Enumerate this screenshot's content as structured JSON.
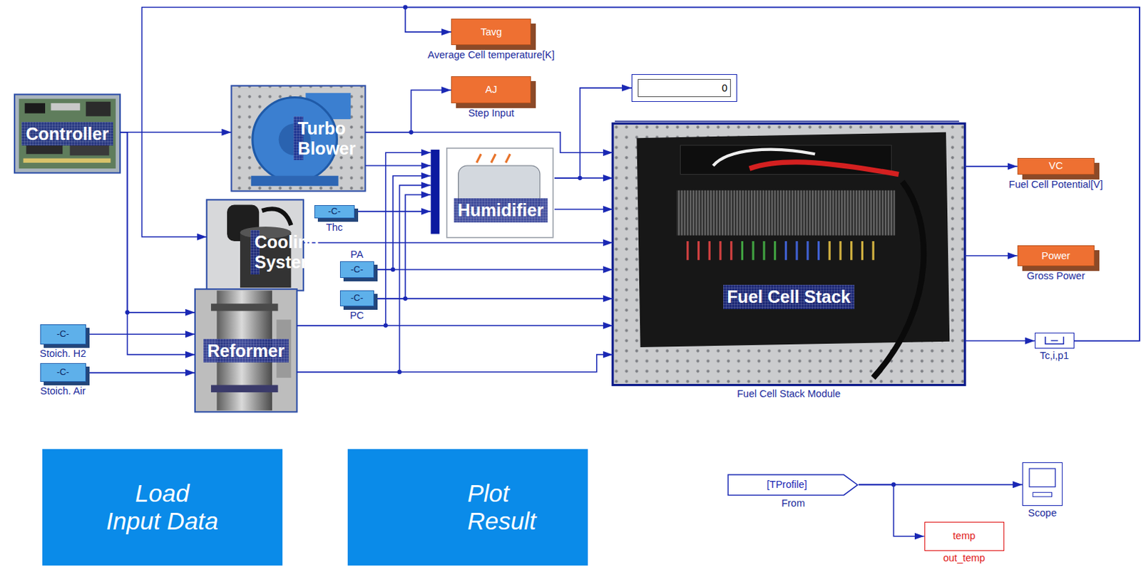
{
  "diagram": {
    "nodes": [
      {
        "text": [
          "Controller"
        ]
      },
      {
        "text": [
          "Tavg",
          "Average Cell temperature[K]"
        ]
      },
      {
        "text": [
          "AJ",
          "Step Input"
        ]
      },
      {
        "text": [
          "0"
        ]
      },
      {
        "text": [
          "Turbo Blower"
        ]
      },
      {
        "text": [
          "Humidifier"
        ]
      },
      {
        "text": [
          "Fuel Cell Stack",
          "Fuel Cell Stack Module"
        ]
      },
      {
        "text": [
          "VC",
          "Fuel Cell Potential[V]"
        ]
      },
      {
        "text": [
          "-C-",
          "Thc"
        ]
      },
      {
        "text": [
          "Cooling System"
        ]
      },
      {
        "text": [
          "Power",
          "Gross Power"
        ]
      },
      {
        "text": [
          "PA",
          "-C-"
        ]
      },
      {
        "text": [
          "-C-",
          "PC"
        ]
      },
      {
        "text": [
          "Reformer"
        ]
      },
      {
        "text": [
          "-C-",
          "Stoich. H2"
        ]
      },
      {
        "text": [
          "Tc,i,p1"
        ]
      },
      {
        "text": [
          "-C-",
          "Stoich. Air"
        ]
      },
      {
        "text": [
          "Load Input Data"
        ]
      },
      {
        "text": [
          "Plot Result"
        ]
      },
      {
        "text": [
          "[TProfile]",
          "From"
        ]
      },
      {
        "text": [
          "Scope"
        ]
      },
      {
        "text": [
          "temp",
          "out_temp"
        ]
      }
    ],
    "edges": [
      {
        "from": 0,
        "to": 4,
        "arrow": "to"
      },
      {
        "from": 0,
        "to": 13,
        "arrow": "to"
      },
      {
        "from": 0,
        "to": 13,
        "arrow": "to"
      },
      {
        "from": 15,
        "to": 9,
        "arrow": "to"
      },
      {
        "from": 15,
        "to": 1,
        "arrow": "to"
      },
      {
        "from": 4,
        "to": 2,
        "arrow": "to"
      },
      {
        "from": 4,
        "to": 6,
        "arrow": "to"
      },
      {
        "from": 4,
        "to": 5,
        "arrow": "to"
      },
      {
        "from": 13,
        "to": 5,
        "arrow": "to"
      },
      {
        "from": 11,
        "to": 5,
        "arrow": "to"
      },
      {
        "from": 13,
        "to": 5,
        "arrow": "to"
      },
      {
        "from": 12,
        "to": 5,
        "arrow": "to"
      },
      {
        "from": 8,
        "to": 5,
        "arrow": "to"
      },
      {
        "from": 5,
        "to": 3,
        "arrow": "to"
      },
      {
        "from": 5,
        "to": 6,
        "arrow": "to"
      },
      {
        "from": 5,
        "to": 6,
        "arrow": "to"
      },
      {
        "from": 9,
        "to": 6,
        "arrow": "to"
      },
      {
        "from": 11,
        "to": 6,
        "arrow": "to"
      },
      {
        "from": 12,
        "to": 6,
        "arrow": "to"
      },
      {
        "from": 13,
        "to": 6,
        "arrow": "to"
      },
      {
        "from": 13,
        "to": 6,
        "arrow": "to"
      },
      {
        "from": 6,
        "to": 7,
        "arrow": "to"
      },
      {
        "from": 6,
        "to": 10,
        "arrow": "to"
      },
      {
        "from": 6,
        "to": 15,
        "arrow": "to"
      },
      {
        "from": 14,
        "to": 13,
        "arrow": "to"
      },
      {
        "from": 16,
        "to": 13,
        "arrow": "to"
      },
      {
        "from": 19,
        "to": 20,
        "arrow": "to"
      },
      {
        "from": 19,
        "to": 21,
        "arrow": "to"
      }
    ]
  }
}
